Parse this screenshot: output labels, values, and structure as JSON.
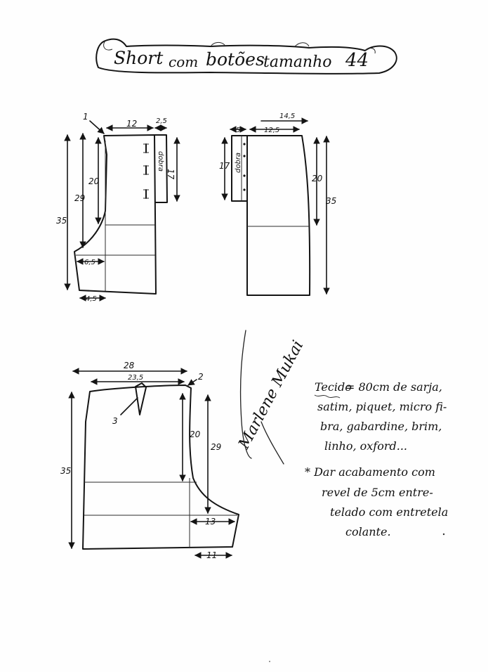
{
  "title": {
    "part1": "Short",
    "part2": "com",
    "part3": "botões",
    "part4": "tamanho",
    "size": "44"
  },
  "front_piece": {
    "dim_waist_ext": "1",
    "dim_waist": "12",
    "dim_fly": "2,5",
    "dim_fly_height": "17",
    "fold_label": "dobra",
    "dim_crotch_depth": "20",
    "dim_rise": "29",
    "dim_length": "35",
    "dim_crotch_width": "6,5",
    "dim_hem": "4,5"
  },
  "back_piece": {
    "dim_waist": "14,5",
    "dim_fly": "5",
    "dim_inner_waist": "12,5",
    "dim_fly_height": "17",
    "fold_label": "dobra",
    "dim_hip_depth": "20",
    "dim_length": "35"
  },
  "back_full_piece": {
    "dim_hip": "28",
    "dim_waist": "23,5",
    "dim_waist_raise": "2",
    "dim_dart": "3",
    "dim_hip_depth": "20",
    "dim_rise": "29",
    "dim_length": "35",
    "dim_crotch_width": "13",
    "dim_hem": "11"
  },
  "notes": {
    "fabric_label": "Tecido",
    "fabric_line1": "= 80cm de sarja,",
    "fabric_line2": "satim, piquet, micro fi-",
    "fabric_line3": "bra, gabardine, brim,",
    "fabric_line4": "linho, oxford...",
    "finish_line1": "* Dar acabamento com",
    "finish_line2": "revel de 5cm entre-",
    "finish_line3": "telado com entretela",
    "finish_line4": "colante."
  },
  "signature": {
    "name": "Marlene Mukai"
  },
  "colors": {
    "ink": "#141414",
    "paper": "#fefefe"
  }
}
